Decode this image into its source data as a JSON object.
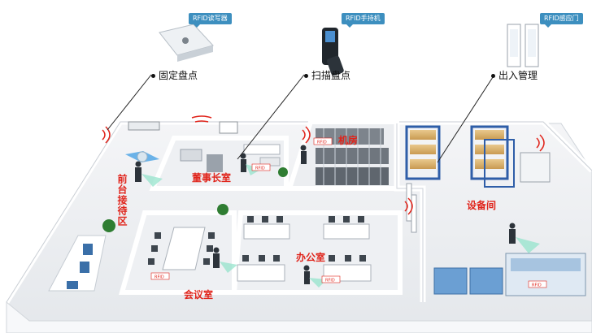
{
  "devices": {
    "reader": {
      "tag": "RFID读写器",
      "caption": "固定盘点"
    },
    "handheld": {
      "tag": "RFID手持机",
      "caption": "扫描盘点"
    },
    "gate": {
      "tag": "RFID感应门",
      "caption": "出入管理"
    }
  },
  "rooms": {
    "reception": "前台接待区",
    "chairman": "董事长室",
    "server": "机房",
    "meeting": "会议室",
    "office": "办公室",
    "equipment": "设备间"
  },
  "badge_text": "RFID",
  "colors": {
    "tag_bg": "#3d8fbf",
    "room_label": "#e0241b",
    "floor": "#eef0f3",
    "wall": "#fafbfc",
    "signal": "#e0241b"
  }
}
